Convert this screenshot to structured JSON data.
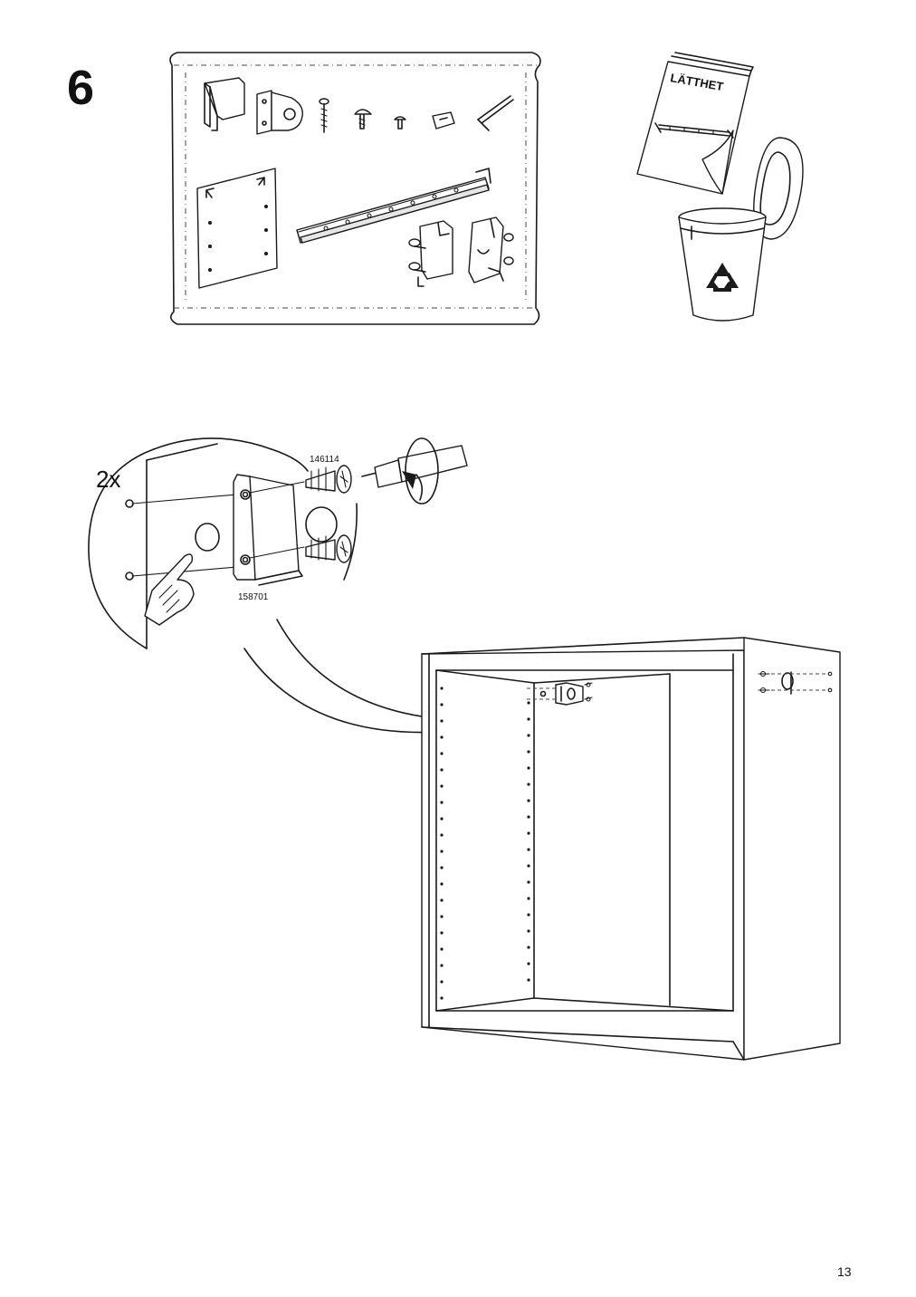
{
  "step": {
    "number": "6"
  },
  "parts_bag": {
    "items": [
      "bracket-part-icon",
      "mounting-plate-part-icon",
      "long-screw-part-icon",
      "short-screw-part-icon",
      "small-screw-part-icon",
      "cam-part-icon",
      "allen-key-part-icon",
      "panel-part-icon",
      "rail-part-icon",
      "hinge-clip-part-icon",
      "hinge-part-icon"
    ]
  },
  "manual": {
    "title": "LÄTTHET"
  },
  "recycle": {
    "icon": "recycle-icon"
  },
  "detail": {
    "quantity": "2x",
    "screw_code": "146114",
    "bracket_code": "158701"
  },
  "page": {
    "number": "13"
  },
  "colors": {
    "line": "#1a1a1a",
    "background": "#ffffff"
  }
}
